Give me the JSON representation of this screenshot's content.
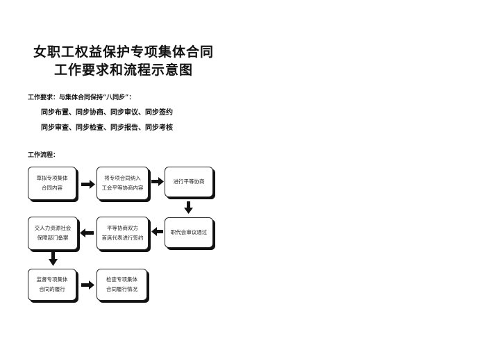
{
  "title": {
    "line1": "女职工权益保护专项集体合同",
    "line2": "工作要求和流程示意图"
  },
  "requirements": {
    "heading": "工作要求：与集体合同保持“八同步”：",
    "line1": "同步布置、同步协商、同步审议、同步签约",
    "line2": "同步审查、同步检查、同步报告、同步考核"
  },
  "flow": {
    "heading": "工作流程：",
    "steps": [
      {
        "line1": "草拟专项集体",
        "line2": "合同内容"
      },
      {
        "line1": "将专项合同纳入",
        "line2": "工会平等协商内容"
      },
      {
        "line1": "进行平等协商",
        "line2": ""
      },
      {
        "line1": "职代会审议通过",
        "line2": ""
      },
      {
        "line1": "平等协商双方",
        "line2": "首席代表进行签约"
      },
      {
        "line1": "交人力资源社会",
        "line2": "保障部门备案"
      },
      {
        "line1": "监督专项集体",
        "line2": "合同的履行"
      },
      {
        "line1": "检查专项集体",
        "line2": "合同履行情况"
      }
    ]
  }
}
